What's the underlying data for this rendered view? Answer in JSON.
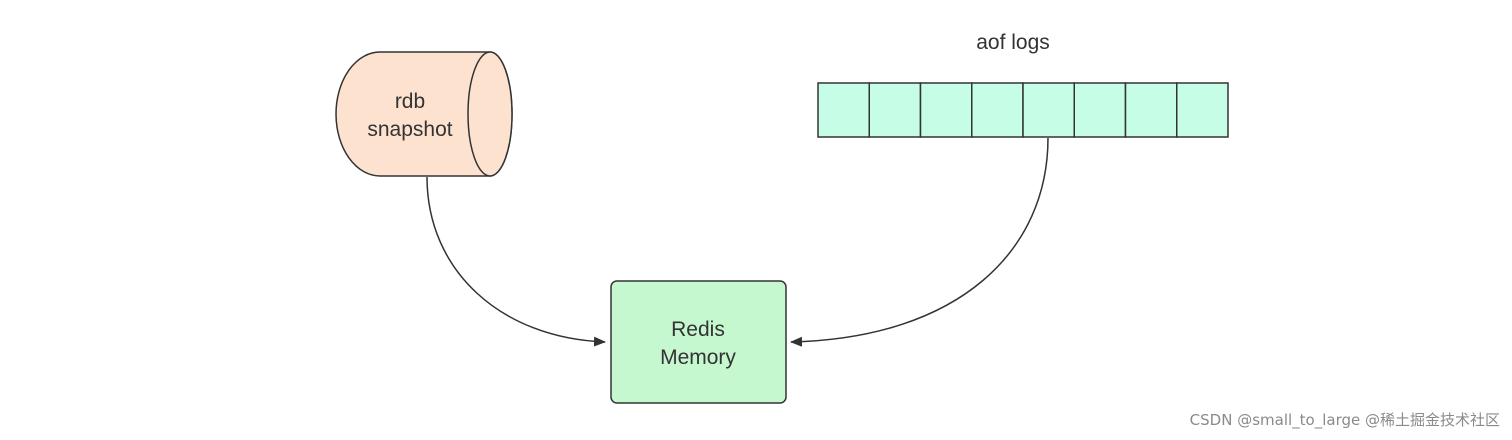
{
  "diagram": {
    "rdb": {
      "line1": "rdb",
      "line2": "snapshot"
    },
    "aof": {
      "title": "aof logs",
      "cells": 8
    },
    "redis": {
      "line1": "Redis",
      "line2": "Memory"
    },
    "colors": {
      "rdb_fill": "#fde3cf",
      "aof_fill": "#c6fde6",
      "redis_fill": "#c6f8d0",
      "stroke": "#333333"
    }
  },
  "watermark": {
    "text": "CSDN @small_to_large @稀土掘金技术社区"
  }
}
